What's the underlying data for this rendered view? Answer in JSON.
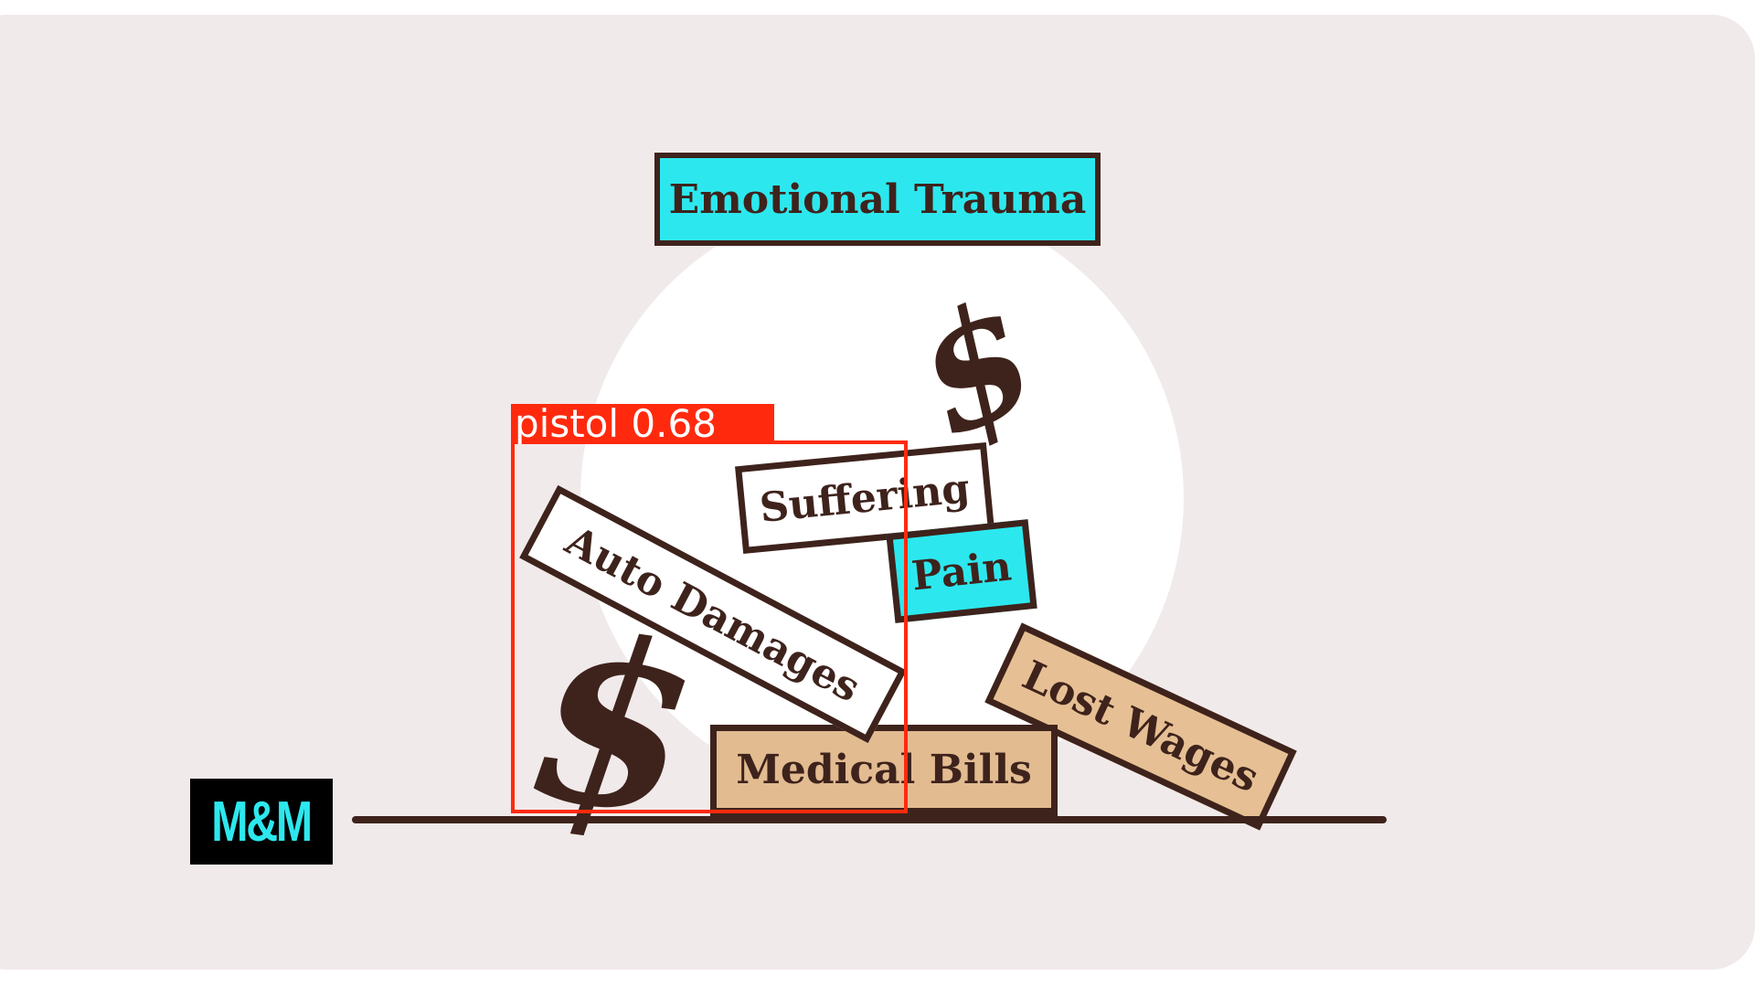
{
  "signs": {
    "emotional_trauma": "Emotional Trauma",
    "suffering": "Suffering",
    "pain": "Pain",
    "auto_damages": "Auto Damages",
    "lost_wages": "Lost Wages",
    "medical_bills": "Medical Bills"
  },
  "symbols": {
    "dollar_small": "$",
    "dollar_large": "$"
  },
  "logo": {
    "text": "M&M"
  },
  "detection": {
    "label": "pistol",
    "score": "0.68",
    "box_color": "#ff2a0e"
  },
  "colors": {
    "cyan_sign": "#2ce8ee",
    "tan_sign": "#e4bf93",
    "ink": "#3e231c",
    "background": "#f1eaea"
  }
}
